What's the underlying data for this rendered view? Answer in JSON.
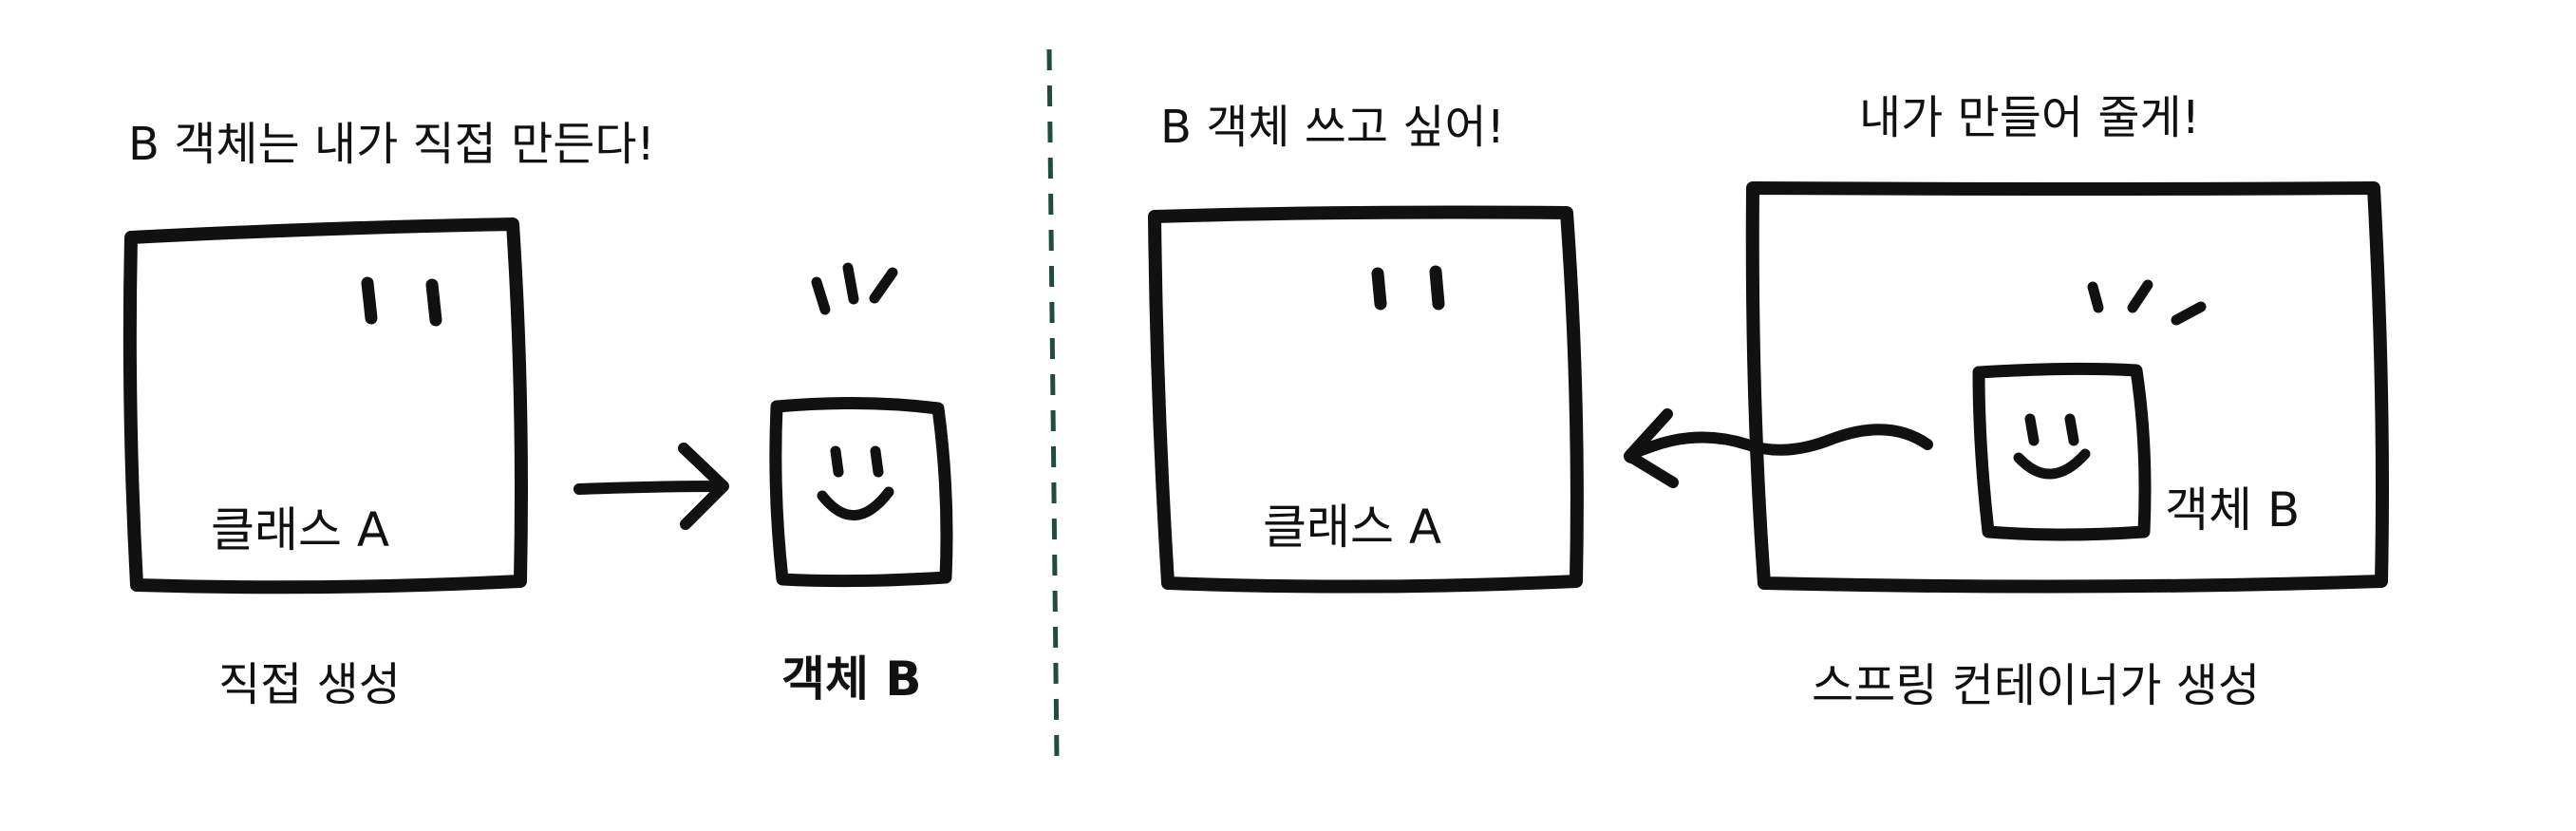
{
  "colors": {
    "ink": "#111111",
    "divider": "#1f4d3a",
    "background": "#ffffff"
  },
  "left_panel": {
    "speech": "B 객체는 내가 직접 만든다!",
    "class_label": "클래스 A",
    "object_label": "객체 B",
    "caption": "직접 생성"
  },
  "right_panel": {
    "speech_a": "B 객체 쓰고 싶어!",
    "speech_container": "내가 만들어 줄게!",
    "class_label": "클래스 A",
    "object_label": "객체 B",
    "caption": "스프링 컨테이너가 생성"
  },
  "icons": {
    "face": "smiley-face-icon",
    "eyes": "eyes-icon",
    "arrow": "arrow-right-icon",
    "wavy_arrow": "wavy-arrow-left-icon",
    "sparkle": "sparkle-lines-icon"
  }
}
